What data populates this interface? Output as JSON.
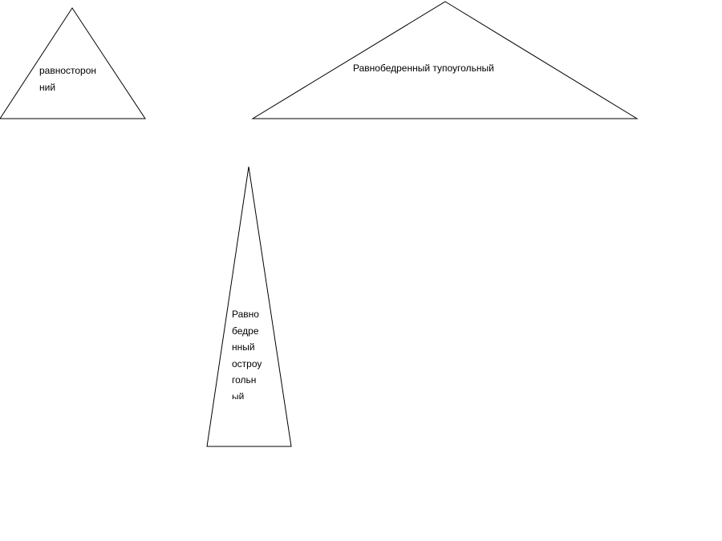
{
  "triangles": {
    "equilateral": {
      "label_lines": [
        "равносторон",
        "ний"
      ]
    },
    "obtuse_isosceles": {
      "label": "Равнобедренный тупоугольный"
    },
    "acute_isosceles": {
      "label_lines": [
        "Равно",
        "бедре",
        "нный",
        "остроу",
        "гольн",
        "ый"
      ]
    }
  },
  "colors": {
    "stroke": "#000000",
    "fill": "#ffffff",
    "text": "#000000"
  }
}
